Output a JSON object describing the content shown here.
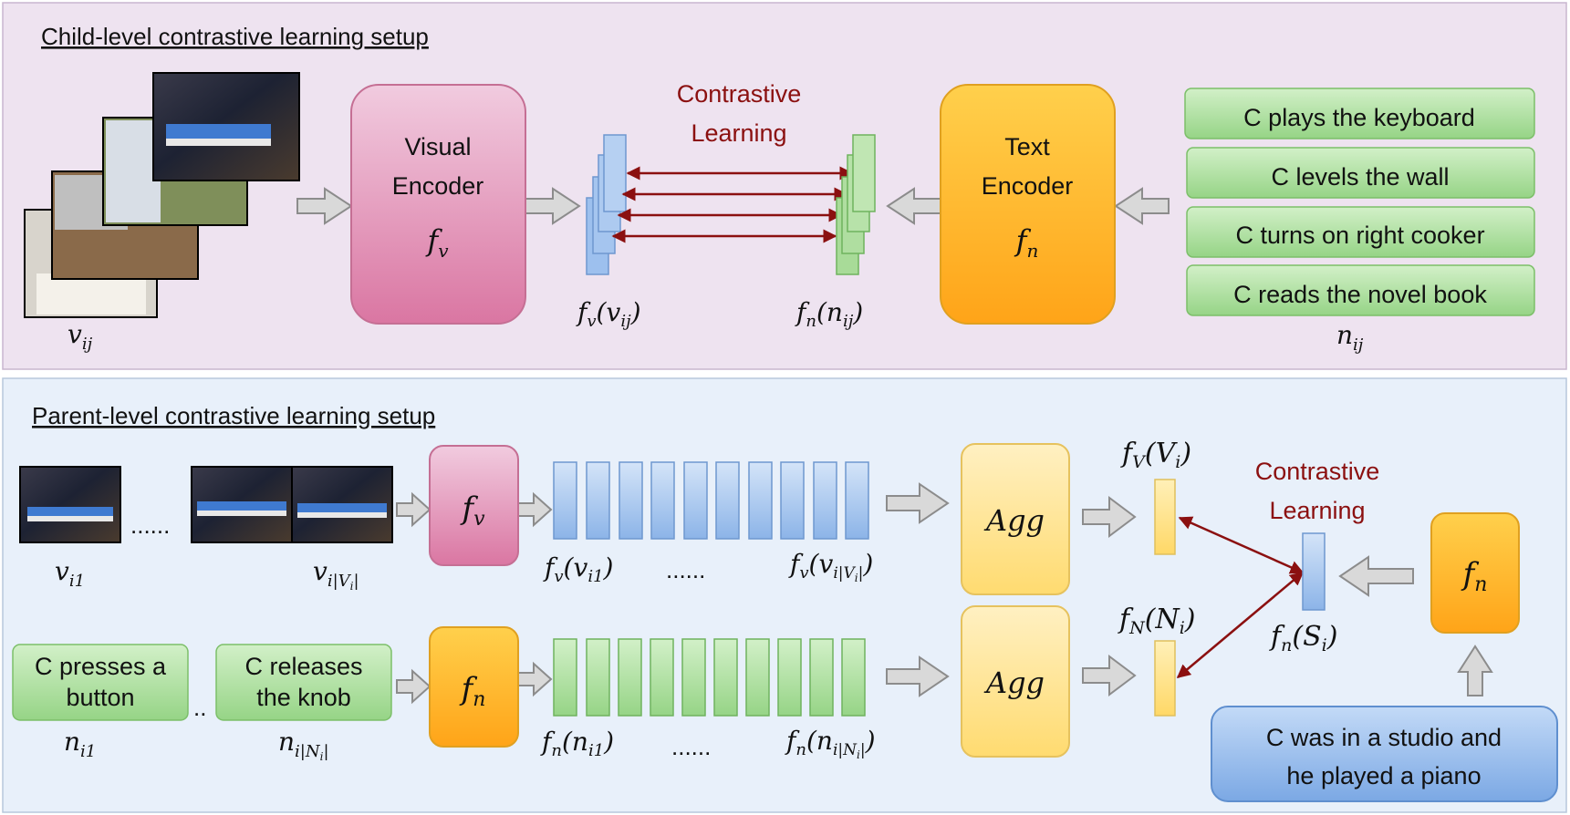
{
  "child_panel": {
    "title": "Child-level contrastive learning setup",
    "visual_encoder": {
      "line1": "Visual",
      "line2": "Encoder",
      "symbol": "f",
      "sub": "v"
    },
    "text_encoder": {
      "line1": "Text",
      "line2": "Encoder",
      "symbol": "f",
      "sub": "n"
    },
    "contrastive": {
      "line1": "Contrastive",
      "line2": "Learning"
    },
    "narrations": [
      "C plays the keyboard",
      "C levels the wall",
      "C turns on right cooker",
      "C reads the novel book"
    ],
    "labels": {
      "video": {
        "main": "v",
        "sub": "ij"
      },
      "visual_embed": {
        "f": "f",
        "fsub": "v",
        "arg": "v",
        "argsub": "ij"
      },
      "text_embed": {
        "f": "f",
        "fsub": "n",
        "arg": "n",
        "argsub": "ij"
      },
      "narration": {
        "main": "n",
        "sub": "ij"
      }
    }
  },
  "parent_panel": {
    "title": "Parent-level contrastive learning setup",
    "frames_ellipsis": "......",
    "narr_ellipsis": "..",
    "embed_ellipsis": "......",
    "visual_encoder": {
      "symbol": "f",
      "sub": "v"
    },
    "text_encoder": {
      "symbol": "f",
      "sub": "n"
    },
    "summary_encoder": {
      "symbol": "f",
      "sub": "n"
    },
    "agg_label": "Agg",
    "contrastive": {
      "line1": "Contrastive",
      "line2": "Learning"
    },
    "narrations": [
      {
        "line1": "C presses a",
        "line2": "button"
      },
      {
        "line1": "C releases",
        "line2": "the knob"
      }
    ],
    "summary": {
      "line1": "C was in a studio and",
      "line2": "he played a piano"
    },
    "labels": {
      "v_first": {
        "main": "v",
        "sub": "i1"
      },
      "v_last": {
        "main": "v",
        "sub": "i|V",
        "subsub": "i",
        "subtail": "|"
      },
      "n_first": {
        "main": "n",
        "sub": "i1"
      },
      "n_last": {
        "main": "n",
        "sub": "i|N",
        "subsub": "i",
        "subtail": "|"
      },
      "fv_first": {
        "f": "f",
        "fsub": "v",
        "arg": "v",
        "argsub": "i1"
      },
      "fv_last": {
        "f": "f",
        "fsub": "v",
        "arg": "v",
        "argsub": "i|V",
        "argsubsub": "i",
        "argsubtail": "|"
      },
      "fn_first": {
        "f": "f",
        "fsub": "n",
        "arg": "n",
        "argsub": "i1"
      },
      "fn_last": {
        "f": "f",
        "fsub": "n",
        "arg": "n",
        "argsub": "i|N",
        "argsubsub": "i",
        "argsubtail": "|"
      },
      "fV": {
        "f": "f",
        "fsub": "V",
        "arg": "V",
        "argsub": "i"
      },
      "fN": {
        "f": "f",
        "fsub": "N",
        "arg": "N",
        "argsub": "i"
      },
      "fS": {
        "f": "f",
        "fsub": "n",
        "arg": "S",
        "argsub": "i"
      }
    }
  },
  "colors": {
    "child_bg": "#eee3f0",
    "parent_bg": "#e8f0fa",
    "visual_pink": "#e089b0",
    "text_orange": "#ffb733",
    "agg_yellow": "#ffe69a",
    "narration_green": "#aee0a0",
    "embed_blue": "#a9c7ee",
    "summary_blue": "#8fb8ec",
    "contrast_red": "#8b1010"
  }
}
